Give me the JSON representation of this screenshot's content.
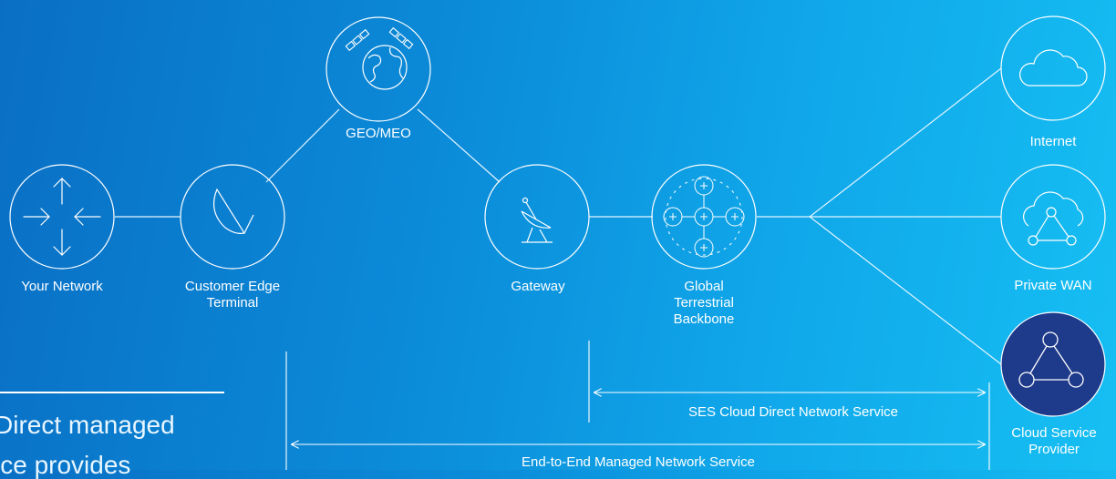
{
  "nodes": {
    "your_network": "Your Network",
    "customer_edge": "Customer Edge Terminal",
    "geo_meo": "GEO/MEO",
    "gateway": "Gateway",
    "global_backbone": "Global Terrestrial Backbone",
    "internet": "Internet",
    "private_wan": "Private WAN",
    "cloud_provider": "Cloud Service Provider"
  },
  "spans": {
    "ses_cloud_direct": "SES Cloud Direct Network Service",
    "end_to_end": "End-to-End Managed Network Service"
  },
  "side_text": {
    "line1": "Direct managed",
    "line2": "ice provides"
  },
  "colors": {
    "accent_dark": "#1e3a8a",
    "line": "#dff3ff"
  }
}
